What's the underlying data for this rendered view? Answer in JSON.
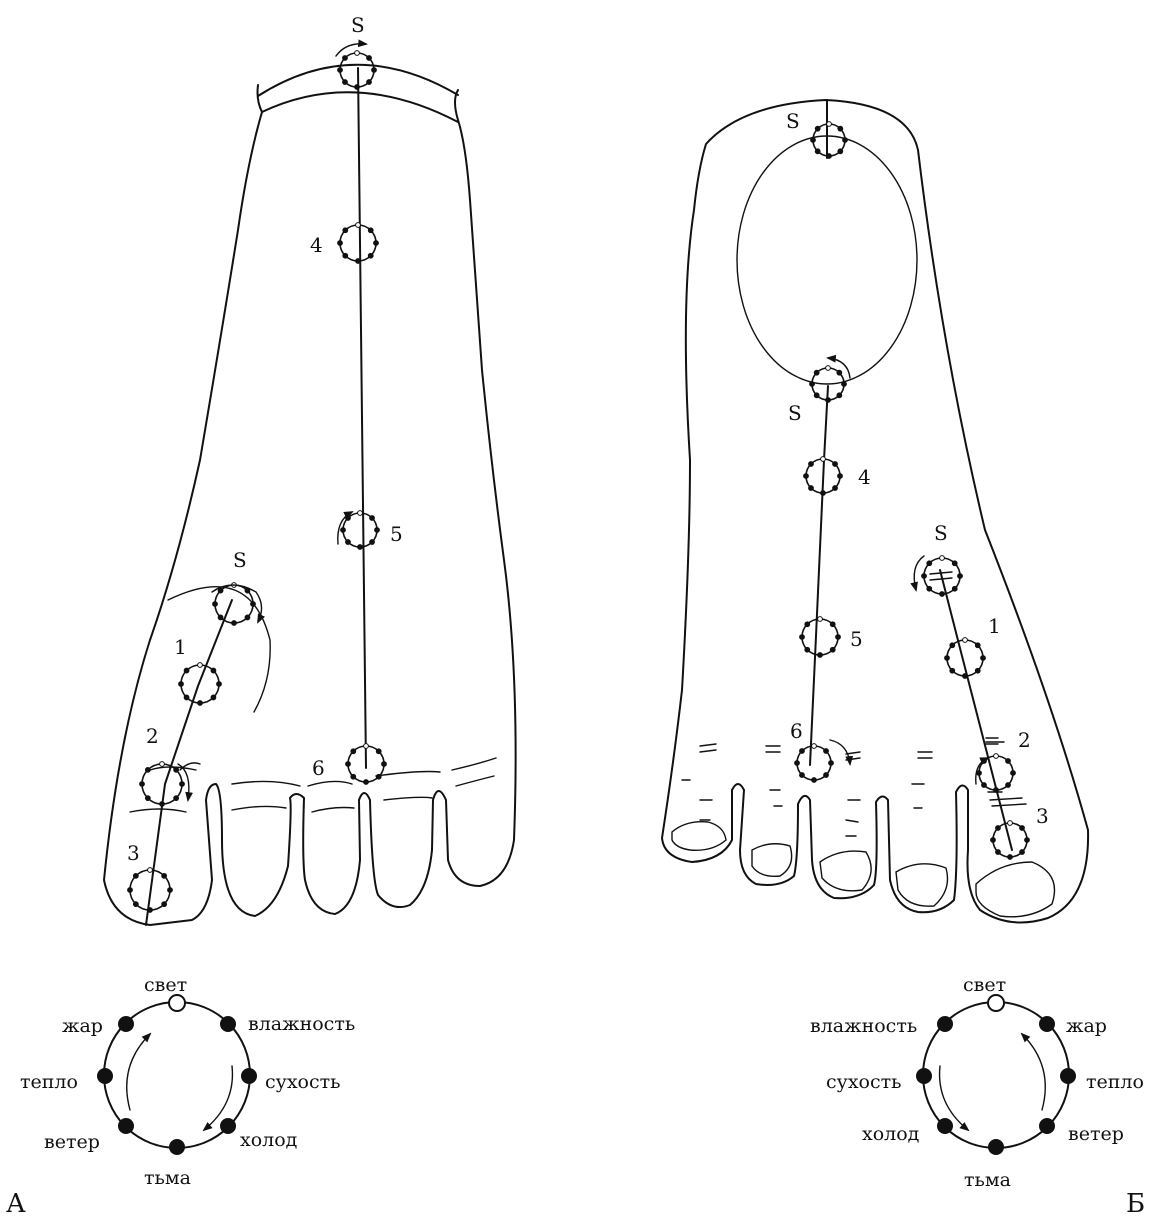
{
  "panels": {
    "a": {
      "label": "А",
      "points": {
        "s_top": "S",
        "n4": "4",
        "n5": "5",
        "n6": "6",
        "s_toe": "S",
        "n1": "1",
        "n2": "2",
        "n3": "3"
      },
      "legend": {
        "top": "свет",
        "upper_left": "жар",
        "upper_right": "влажность",
        "left": "тепло",
        "right": "сухость",
        "lower_left": "ветер",
        "lower_right": "холод",
        "bottom": "тьма"
      }
    },
    "b": {
      "label": "Б",
      "points": {
        "s_top": "S",
        "s_mid": "S",
        "n4": "4",
        "n5": "5",
        "n6": "6",
        "s_toe": "S",
        "n1": "1",
        "n2": "2",
        "n3": "3"
      },
      "legend": {
        "top": "свет",
        "upper_left": "влажность",
        "upper_right": "жар",
        "left": "сухость",
        "right": "тепло",
        "lower_left": "холод",
        "lower_right": "ветер",
        "bottom": "тьма"
      }
    }
  }
}
